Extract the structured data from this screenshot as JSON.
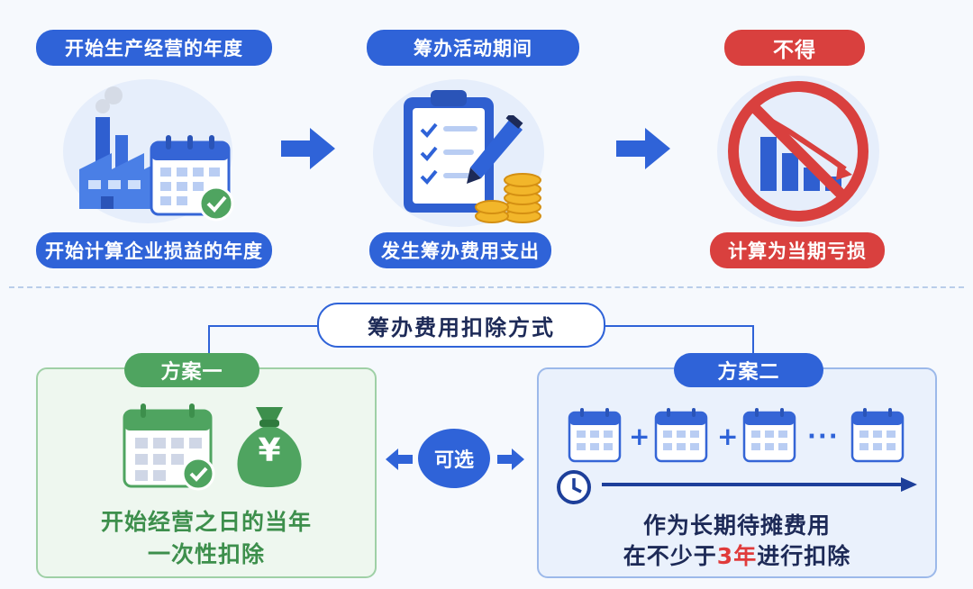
{
  "top": {
    "stage1": {
      "label_top": "开始生产经营的年度",
      "label_bottom": "开始计算企业损益的年度"
    },
    "stage2": {
      "label_top": "筹办活动期间",
      "label_bottom": "发生筹办费用支出"
    },
    "stage3": {
      "label_top": "不得",
      "label_bottom": "计算为当期亏损"
    }
  },
  "method_title": "筹办费用扣除方式",
  "option_label": "可选",
  "plan1": {
    "tag": "方案一",
    "currency_symbol": "¥",
    "line1": "开始经营之日的当年",
    "line2": "一次性扣除"
  },
  "plan2": {
    "tag": "方案二",
    "plus": "+",
    "ellipsis": "···",
    "line1": "作为长期待摊费用",
    "line2_pre": "在不少于",
    "line2_num": "3年",
    "line2_post": "进行扣除"
  },
  "colors": {
    "blue": "#2f63d8",
    "red": "#d9403e",
    "green": "#4fa460",
    "highlight": "#e03b3b"
  },
  "icons": [
    "factory-icon",
    "calendar-check-icon",
    "clipboard-checklist-icon",
    "pen-icon",
    "coins-icon",
    "prohibited-decline-chart-icon",
    "money-bag-icon",
    "calendar-icon",
    "clock-icon",
    "arrow-icon"
  ]
}
